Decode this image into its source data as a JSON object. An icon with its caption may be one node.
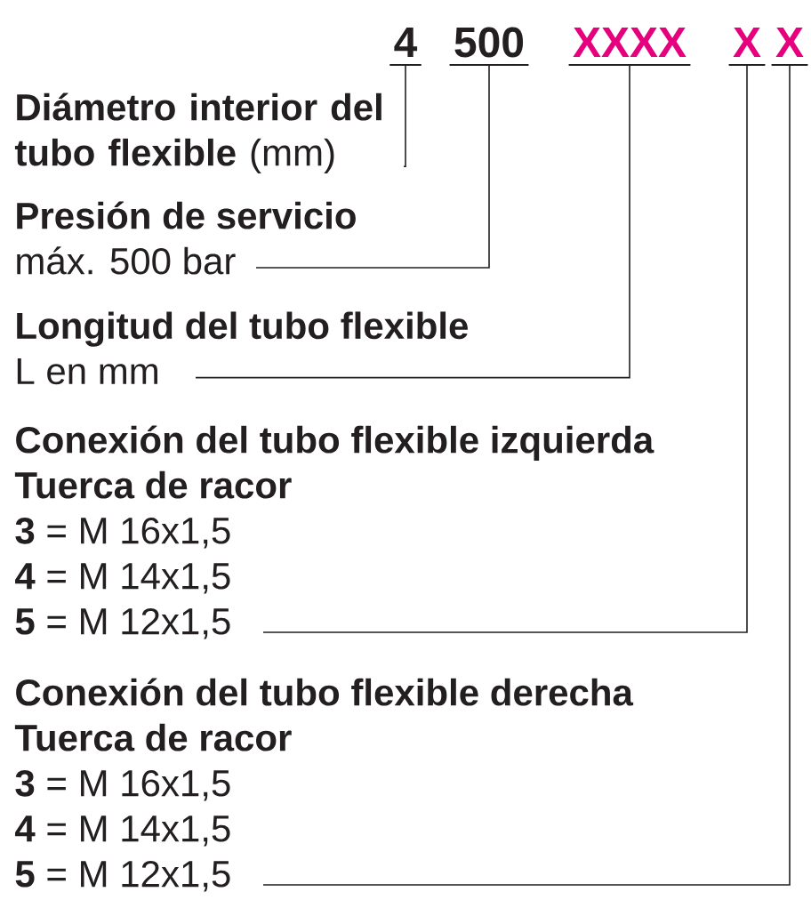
{
  "diagram": {
    "nodes": [
      {
        "text": [
          "4"
        ]
      },
      {
        "text": [
          "500"
        ]
      },
      {
        "text": [
          "XXXX"
        ]
      },
      {
        "text": [
          "X"
        ]
      },
      {
        "text": [
          "X"
        ]
      },
      {
        "text": [
          "**Diámetro interior del tubo flexible** (mm)"
        ]
      },
      {
        "text": [
          "Presión de servicio",
          "máx. 500 bar"
        ]
      },
      {
        "text": [
          "Longitud del tubo flexible",
          "L  en mm"
        ]
      },
      {
        "text": [
          "Conexión del tubo flexible izquierda",
          "Tuerca de racor",
          "**3** = M 16x1,5",
          "**4** = M 14x1,5",
          "**5** = M 12x1,5"
        ]
      },
      {
        "text": [
          "Conexión del tubo flexible derecha",
          "Tuerca de racor",
          "**3** = M 16x1,5",
          "**4** = M 14x1,5",
          "**5** = M 12x1,5"
        ]
      }
    ],
    "edges": [
      {
        "from": 5,
        "to": 0,
        "arrow": "none"
      },
      {
        "from": 6,
        "to": 1,
        "arrow": "none"
      },
      {
        "from": 7,
        "to": 2,
        "arrow": "none"
      },
      {
        "from": 8,
        "to": 3,
        "arrow": "none"
      },
      {
        "from": 9,
        "to": 4,
        "arrow": "none"
      }
    ]
  }
}
